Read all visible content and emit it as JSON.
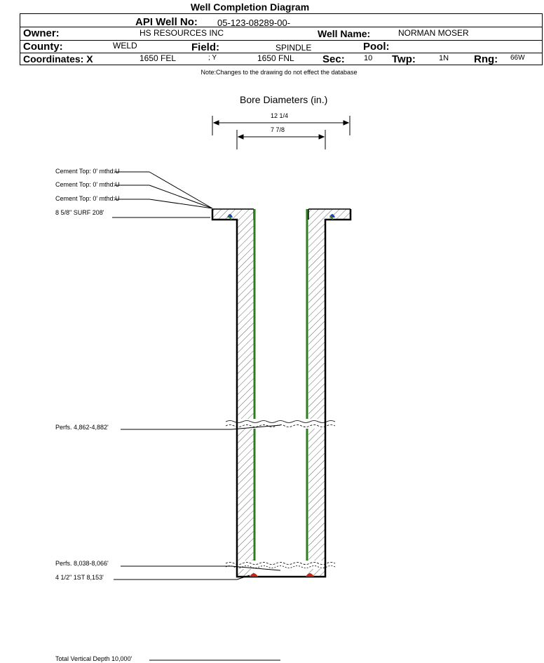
{
  "title": "Well Completion Diagram",
  "header": {
    "api_label": "API Well No:",
    "api_value": "05-123-08289-00-",
    "owner_label": "Owner:",
    "owner_value": "HS RESOURCES INC",
    "well_name_label": "Well Name:",
    "well_name_value": "NORMAN MOSER",
    "county_label": "County:",
    "county_value": "WELD",
    "field_label": "Field:",
    "field_value": "SPINDLE",
    "pool_label": "Pool:",
    "pool_value": "",
    "coord_x_label": "Coordinates: X",
    "coord_x_value": "1650 FEL",
    "coord_y_label": "; Y",
    "coord_y_value": "1650 FNL",
    "sec_label": "Sec:",
    "sec_value": "10",
    "twp_label": "Twp:",
    "twp_value": "1N",
    "rng_label": "Rng:",
    "rng_value": "66W"
  },
  "note": "Note:Changes to the drawing do not effect the database",
  "bore": {
    "title": "Bore Diameters (in.)",
    "outer": "12 1/4",
    "inner": "7 7/8"
  },
  "annotations": {
    "cement_top_1": "Cement Top: 0' mthd:U",
    "cement_top_2": "Cement Top: 0' mthd:U",
    "cement_top_3": "Cement Top: 0' mthd:U",
    "surface_casing": "8 5/8\" SURF 208'",
    "perfs_1": "Perfs. 4,862-4,882'",
    "perfs_2": "Perfs. 8,038-8,066'",
    "production_casing": "4 1/2\" 1ST 8,153'",
    "total_depth": "Total Vertical Depth 10,000'"
  },
  "colors": {
    "casing": "#2e7d1f",
    "cement_shoe_blue": "#1f3fbf",
    "cement_shoe_red": "#c0281e",
    "line": "#000000"
  }
}
